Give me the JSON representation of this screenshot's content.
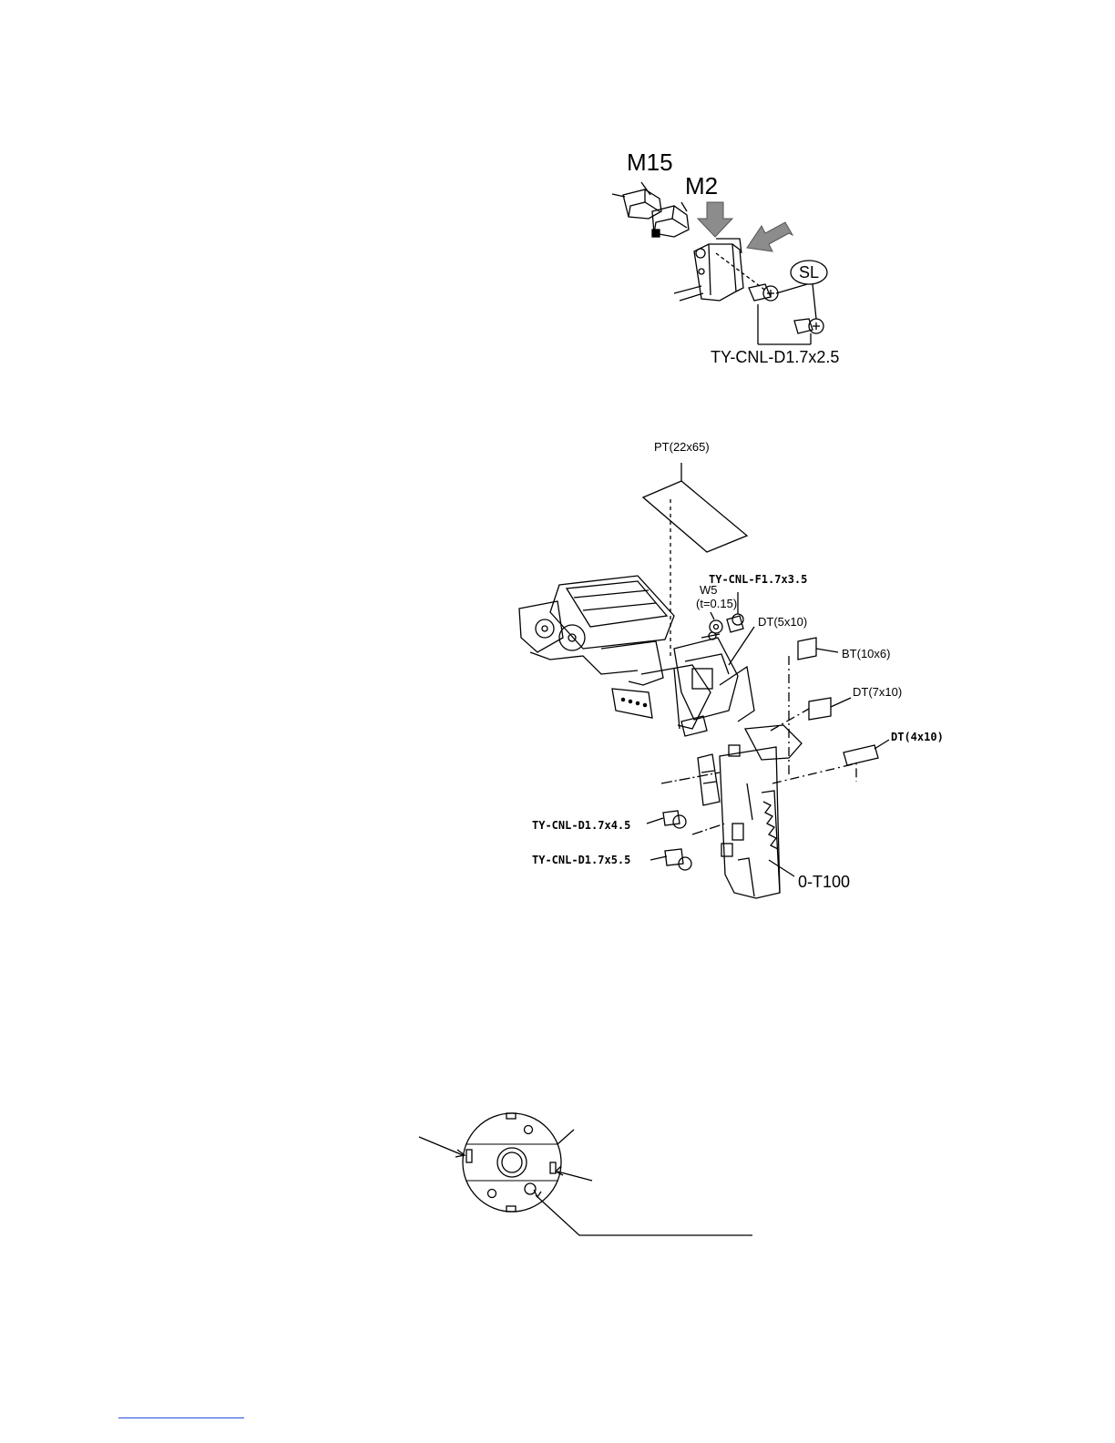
{
  "figure1": {
    "labels": {
      "m15": "M15",
      "m2": "M2",
      "sl": "SL",
      "screw": "TY-CNL-D1.7x2.5"
    }
  },
  "figure2": {
    "labels": {
      "pt": "PT(22x65)",
      "w5": "W5",
      "w5_t": "(t=0.15)",
      "screw_f": "TY-CNL-F1.7x3.5",
      "dt_5x10": "DT(5x10)",
      "bt_10x6": "BT(10x6)",
      "dt_7x10": "DT(7x10)",
      "dt_4x10": "DT(4x10)",
      "screw_d45": "TY-CNL-D1.7x4.5",
      "screw_d55": "TY-CNL-D1.7x5.5",
      "board": "0-T100"
    }
  },
  "figure3": {},
  "colors": {
    "line": "#000000",
    "arrow_fill": "#8c8c8c",
    "footer_link": "#1f4fd6"
  }
}
